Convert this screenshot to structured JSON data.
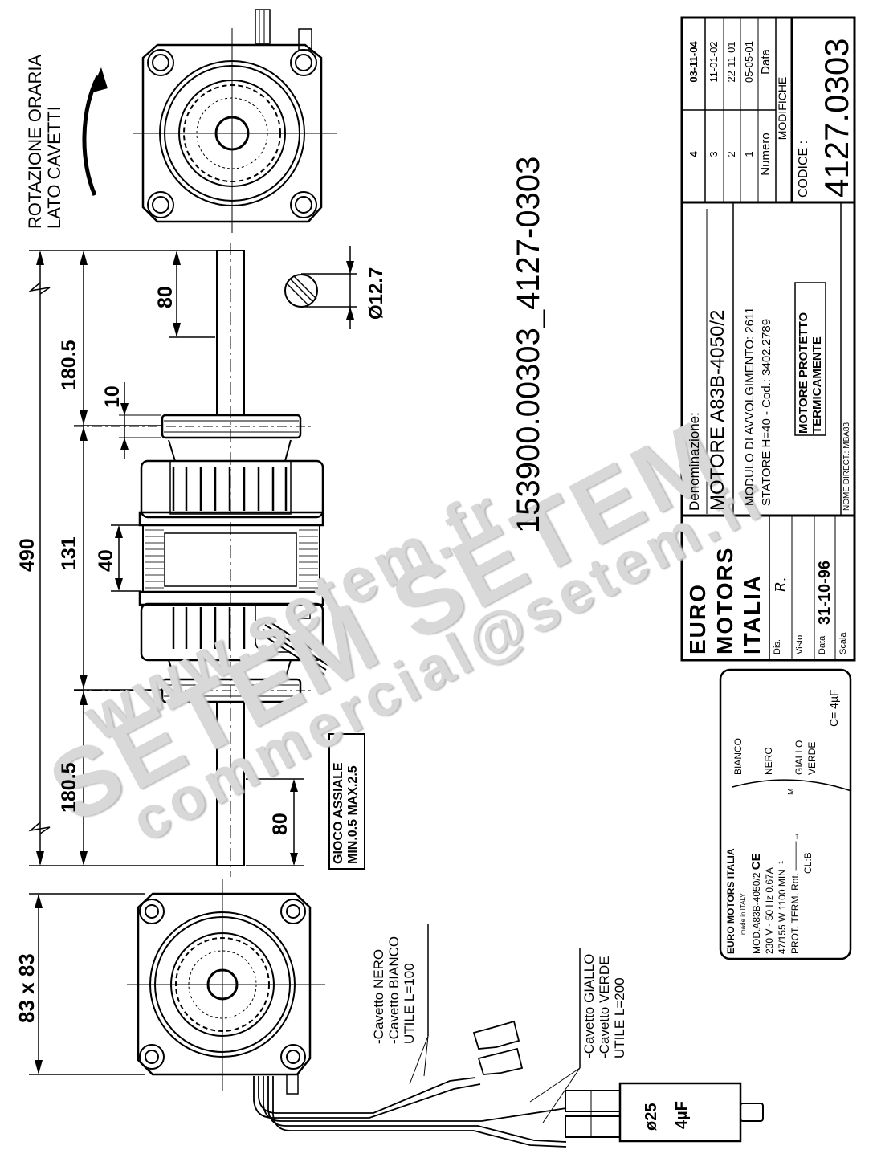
{
  "drawing": {
    "part_reference": "153900.00303_4127-0303",
    "rotation_note": {
      "line1": "ROTAZIONE ORARIA",
      "line2": "LATO CAVETTI"
    },
    "dimensions": {
      "overall_length": "490",
      "shaft_extension_top": "180.5",
      "shaft_extension_bottom": "180.5",
      "shaft_flat_top": "80",
      "shaft_flat_bottom": "80",
      "body_length": "131",
      "stator_height": "40",
      "ring_thickness": "10",
      "shaft_diameter": "Ø12.7",
      "flange_size": "83 x 83"
    },
    "axial_play_box": {
      "line1": "GIOCO  ASSIALE",
      "line2": "MIN.0.5  MAX.2.5"
    },
    "cable_notes": {
      "group1": {
        "line1": "-Cavetto  NERO",
        "line2": "-Cavetto  BIANCO",
        "line3": "UTILE  L=100"
      },
      "group2": {
        "line1": "-Cavetto  GIALLO",
        "line2": "-Cavetto  VERDE",
        "line3": "UTILE  L=200"
      }
    },
    "capacitor": {
      "diameter": "ø25",
      "capacitance": "4µF"
    }
  },
  "nameplate": {
    "brand": "EURO MOTORS ITALIA",
    "made_in": "made in ITALY",
    "model": "MOD.A83B-4050/2",
    "ce_mark": "CE",
    "rating_line1": "230 V~  50 Hz   0.67A",
    "rating_line2": "47/155 W  1100 MIN⁻¹",
    "rating_line3": "PROT. TERM.  Rot.",
    "insulation_class": "CL:B",
    "wiring": {
      "wire1": "BIANCO",
      "wire2": "NERO",
      "wire3": "GIALLO",
      "wire4": "VERDE",
      "motor_symbol": "M",
      "capacitor_label": "C= 4µF"
    }
  },
  "title_block": {
    "denomination_label": "Denominazione:",
    "motor_name": "MOTORE  A83B-4050/2",
    "winding_module": "MODULO DI AVVOLGIMENTO:  2611",
    "stator": "STATORE H=40   -   Cod.: 3402.2789",
    "protection_line1": "MOTORE  PROTETTO",
    "protection_line2": "TERMICAMENTE",
    "direct_name_label": "NOME  DIRECT.:",
    "direct_name_value": "MBA83",
    "logo_lines": [
      "EURO",
      "MOTORS",
      "ITALIA"
    ],
    "dis_label": "Dis.",
    "dis_value": "R.",
    "visto_label": "Visto",
    "data_label": "Data",
    "data_value": "31-10-96",
    "scala_label": "Scala",
    "revisions_header": {
      "numero": "Numero",
      "data": "Data",
      "section": "MODIFICHE"
    },
    "revisions": [
      {
        "numero": "4",
        "data": "03-11-04"
      },
      {
        "numero": "3",
        "data": "11-01-02"
      },
      {
        "numero": "2",
        "data": "22-11-01"
      },
      {
        "numero": "1",
        "data": "05-05-01"
      }
    ],
    "codice_label": "CODICE :",
    "codice_value": "4127.0303"
  },
  "watermark": {
    "site": "www.setem.fr",
    "brand": "SETEM  SETEM",
    "email": "commercial@setem.fr"
  }
}
